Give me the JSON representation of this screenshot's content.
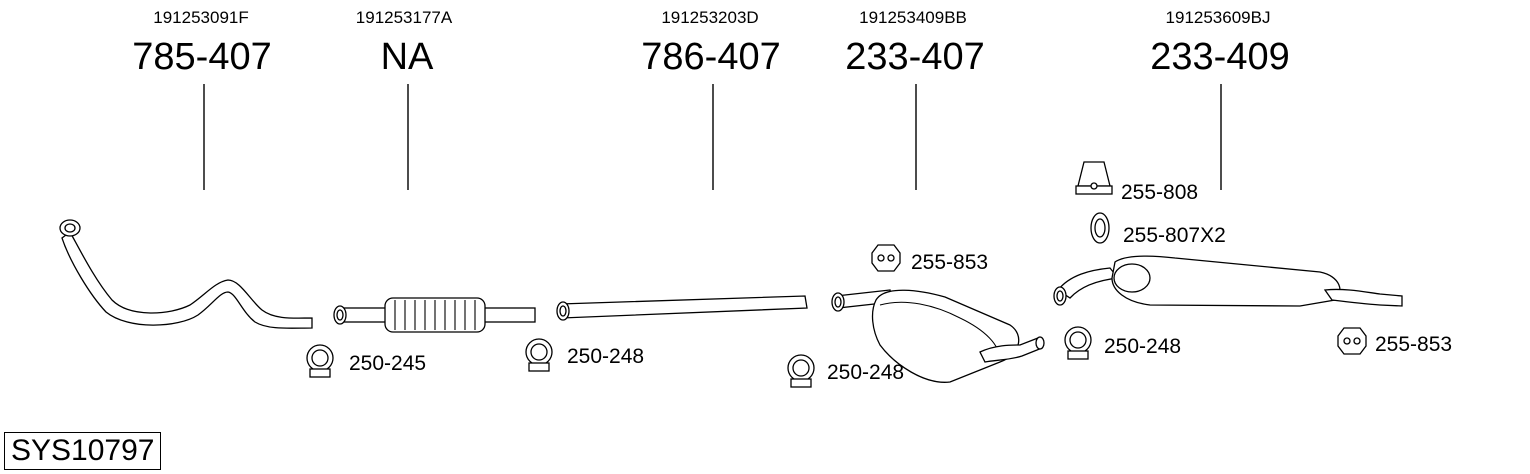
{
  "oe_numbers": [
    "191253091F",
    "191253177A",
    "191253203D",
    "191253409BB",
    "191253609BJ"
  ],
  "part_numbers": [
    "785-407",
    "NA",
    "786-407",
    "233-407",
    "233-409"
  ],
  "accessories": {
    "clamp_1": "250-245",
    "clamp_2": "250-248",
    "clamp_3": "250-248",
    "clamp_4": "250-248",
    "hanger_1": "255-853",
    "hanger_2": "255-853",
    "mount_rubber": "255-808",
    "ring": "255-807X2"
  },
  "system_code": "SYS10797"
}
